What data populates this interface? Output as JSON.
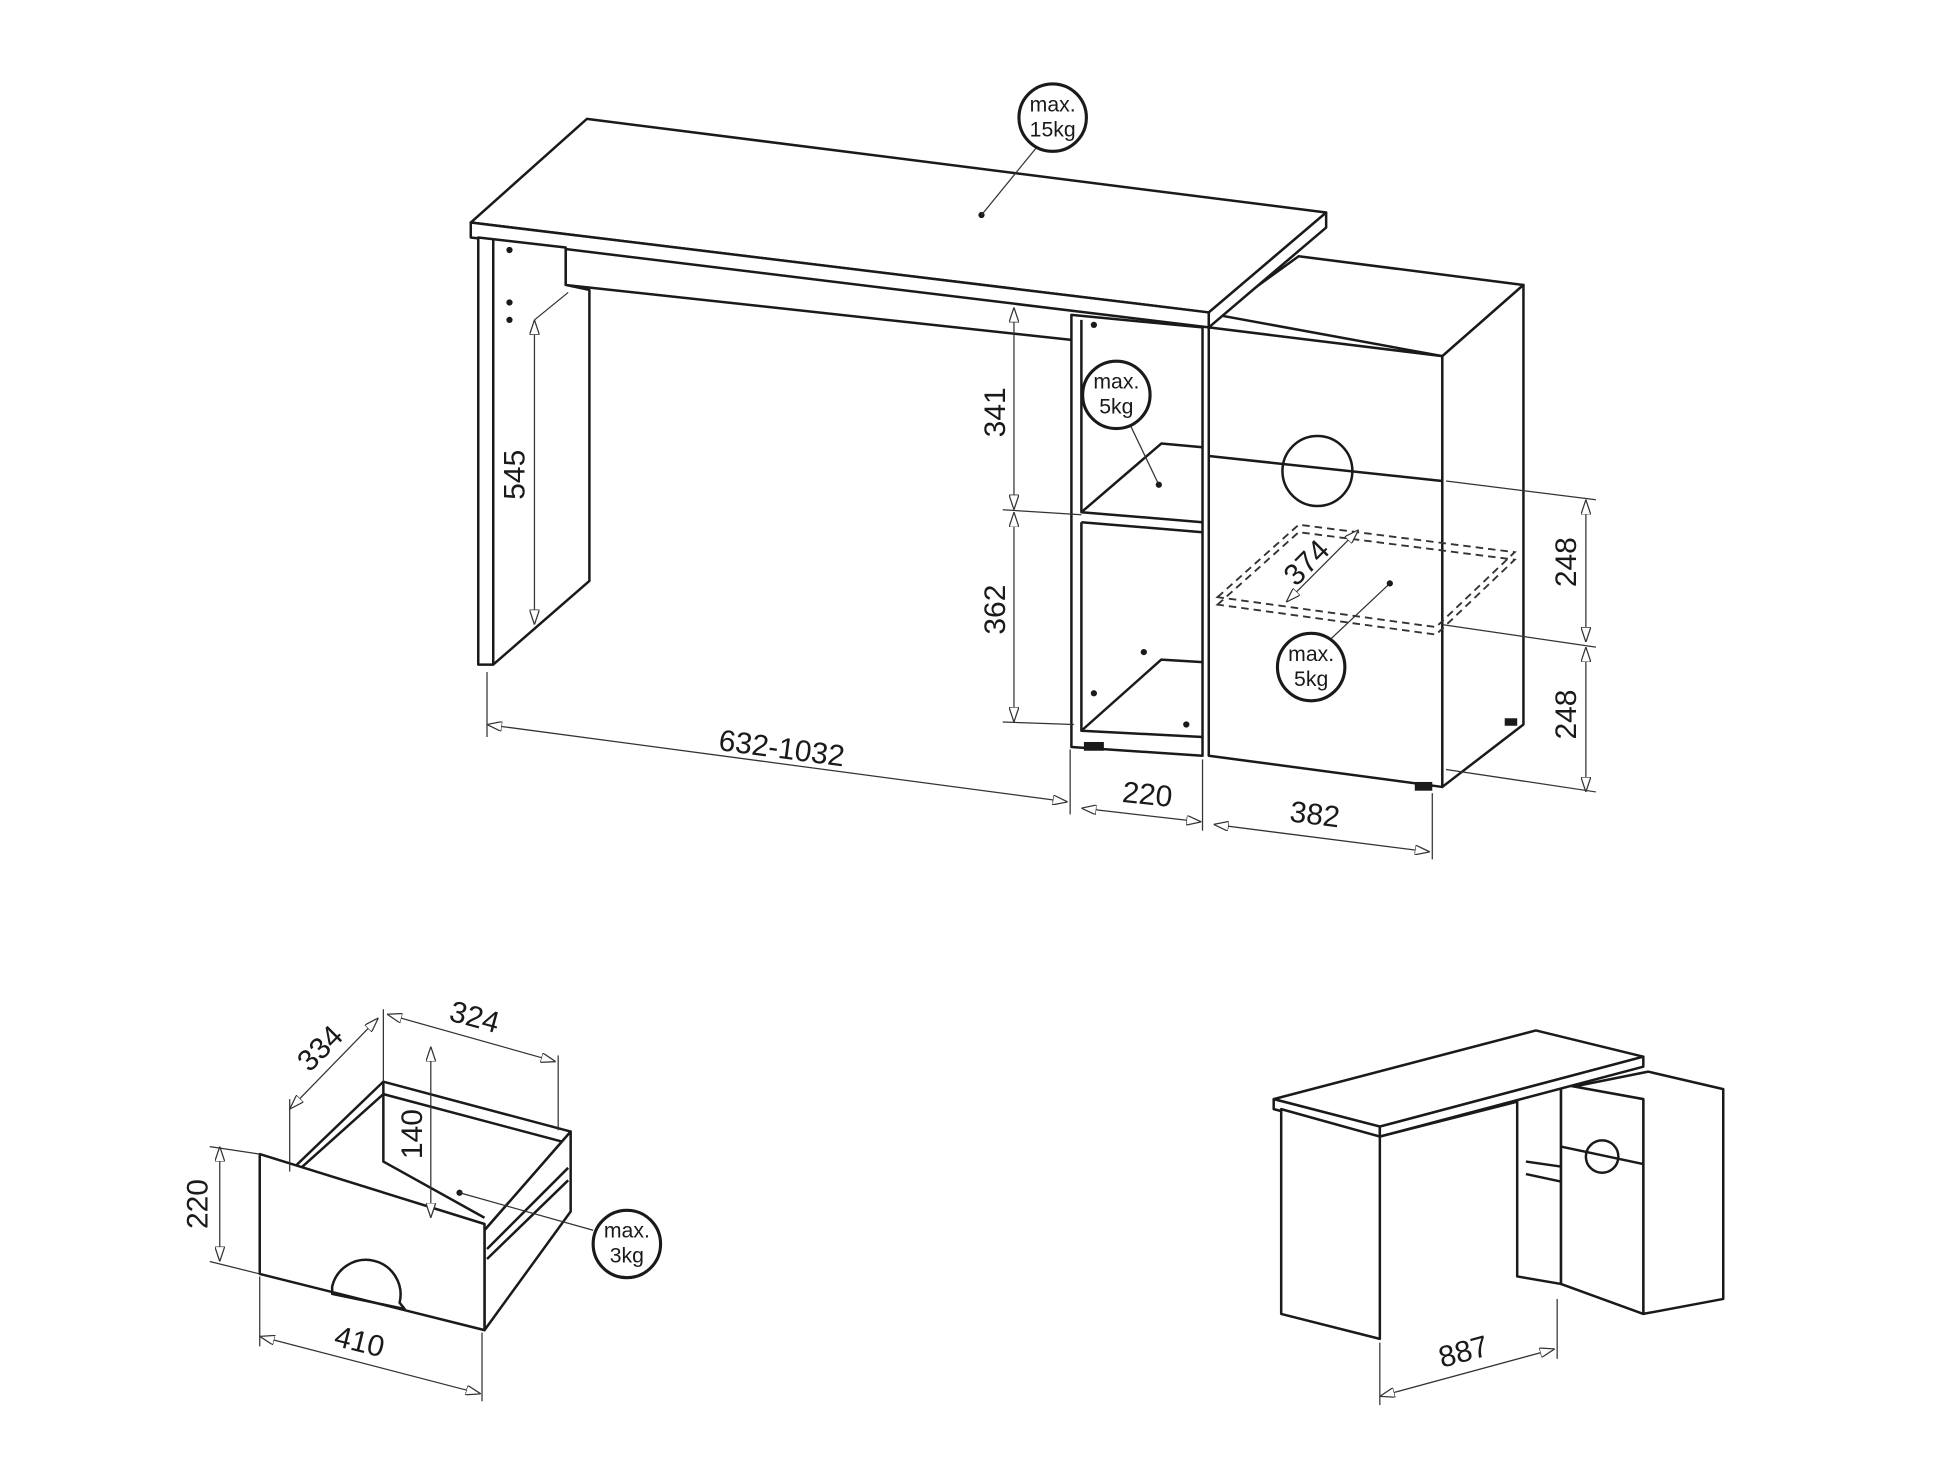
{
  "load_labels": {
    "desktop": [
      "max.",
      "15kg"
    ],
    "shelf": [
      "max.",
      "5kg"
    ],
    "cabinet_shelf": [
      "max.",
      "5kg"
    ],
    "drawer": [
      "max.",
      "3kg"
    ]
  },
  "main_view": {
    "leg_height": "545",
    "upper_shelf_height": "341",
    "lower_shelf_height": "362",
    "desk_width": "632-1032",
    "shelf_width": "220",
    "cabinet_width": "382",
    "cabinet_upper_height": "248",
    "cabinet_lower_height": "248",
    "cabinet_shelf_depth": "374"
  },
  "drawer_view": {
    "depth": "334",
    "inner_width": "324",
    "inner_height": "140",
    "front_height": "220",
    "front_width": "410"
  },
  "corner_view": {
    "depth": "887"
  }
}
